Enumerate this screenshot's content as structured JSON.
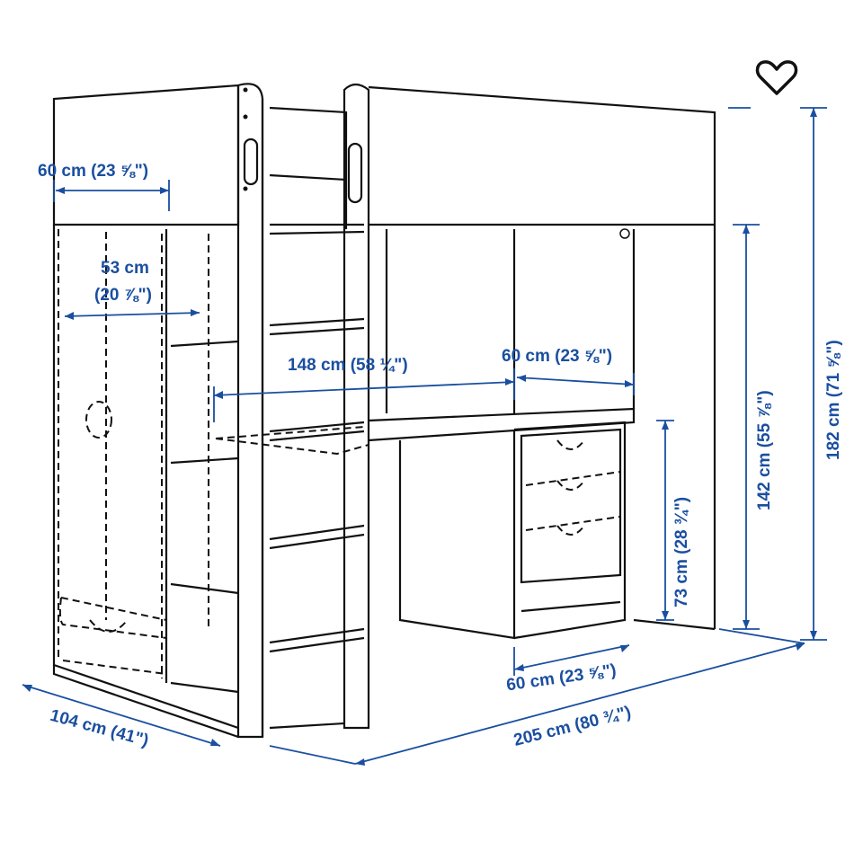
{
  "favorite": {
    "icon": "heart-outline-icon"
  },
  "dimensions": {
    "wardrobe_width": "60 cm (23 ⅝\")",
    "wardrobe_inner_cm": "53 cm",
    "wardrobe_inner_in": "(20 ⅞\")",
    "desk_length": "148 cm (58 ¼\")",
    "desk_depth": "60 cm (23 ⅝\")",
    "desk_height": "73 cm (28 ¾\")",
    "under_bed_height": "142 cm (55 ⅞\")",
    "total_height": "182 cm (71 ⅝\")",
    "drawer_unit_width": "60 cm (23 ⅝\")",
    "total_depth": "104 cm (41\")",
    "total_length": "205 cm (80 ¾\")"
  },
  "colors": {
    "dimension": "#1a4fa0",
    "lines": "#111111"
  }
}
